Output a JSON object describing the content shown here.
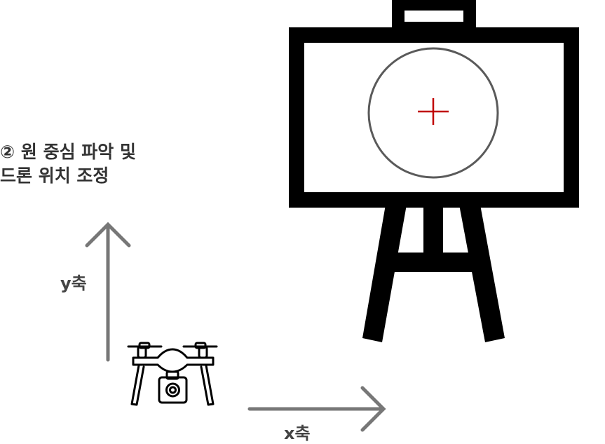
{
  "step": {
    "line1": "② 원 중심 파악 및",
    "line2": "드론 위치 조정"
  },
  "axes": {
    "y_label": "y축",
    "x_label": "x축"
  },
  "colors": {
    "easel": "#000000",
    "circle": "#5a5a5a",
    "center_mark": "#c00000",
    "arrows": "#777777",
    "text": "#333333"
  },
  "icons": {
    "easel": "easel-board-icon",
    "target": "target-circle-icon",
    "center": "crosshair-icon",
    "drone": "drone-icon"
  }
}
